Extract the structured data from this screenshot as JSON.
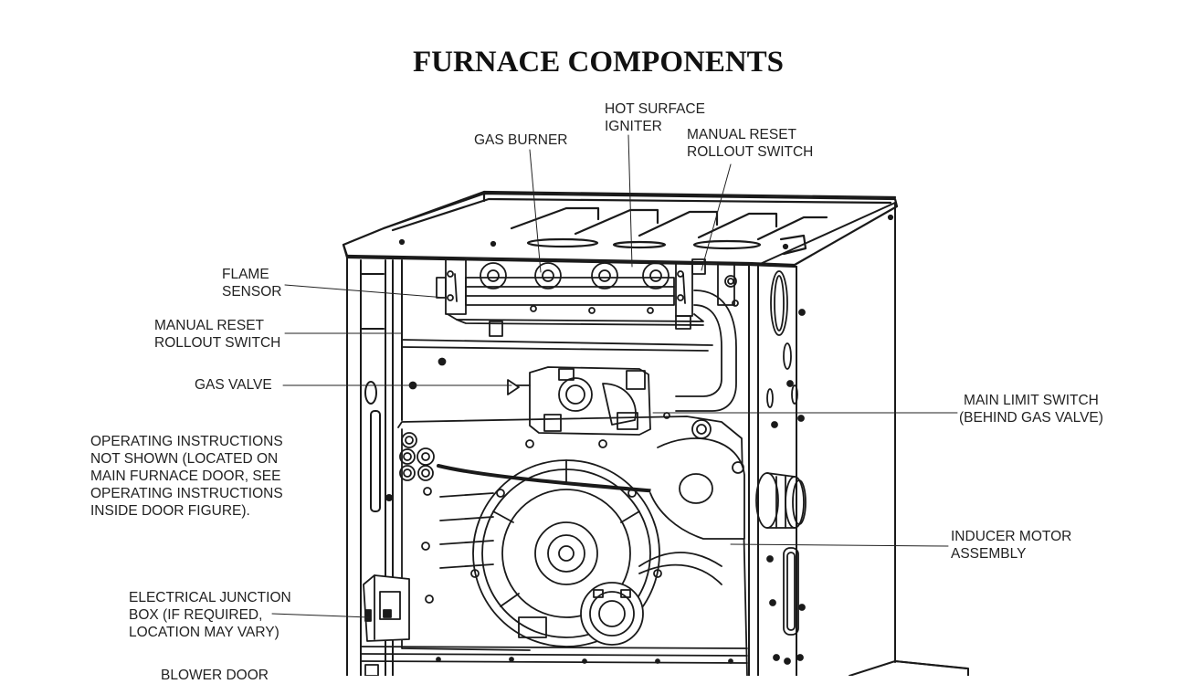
{
  "title": "FURNACE COMPONENTS",
  "labels": {
    "gas_burner": "GAS BURNER",
    "hot_surface_igniter": "HOT SURFACE\nIGNITER",
    "manual_reset_rollout_top": "MANUAL RESET\nROLLOUT SWITCH",
    "flame_sensor": "FLAME\nSENSOR",
    "manual_reset_rollout_left": "MANUAL RESET\nROLLOUT SWITCH",
    "gas_valve": "GAS VALVE",
    "operating_instructions": "OPERATING INSTRUCTIONS\nNOT SHOWN (LOCATED ON\nMAIN FURNACE DOOR, SEE\nOPERATING INSTRUCTIONS\nINSIDE DOOR FIGURE).",
    "electrical_junction_box": "ELECTRICAL JUNCTION\nBOX (IF REQUIRED,\nLOCATION MAY VARY)",
    "blower_door": "BLOWER DOOR",
    "main_limit_switch": "MAIN LIMIT SWITCH\n(BEHIND GAS VALVE)",
    "inducer_motor_assembly": "INDUCER MOTOR\nASSEMBLY"
  }
}
